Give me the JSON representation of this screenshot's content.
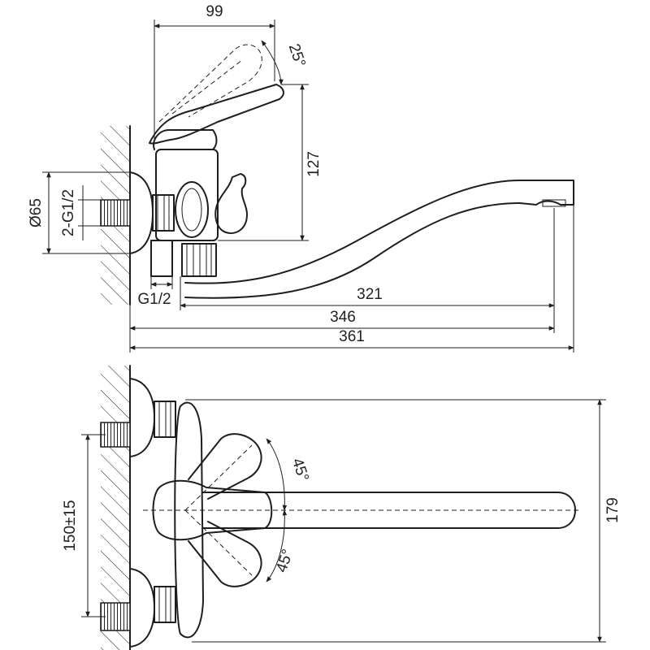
{
  "drawing": {
    "side_view": {
      "dim_top_width": "99",
      "dim_lever_angle": "25°",
      "dim_body_height": "127",
      "dim_flange_diameter": "Ø65",
      "dim_connection_thread": "2-G1/2",
      "dim_outlet_thread": "G1/2",
      "dim_spout_reach": "321",
      "dim_total_to_outlet": "346",
      "dim_total_length": "361"
    },
    "top_view": {
      "dim_angle_upper": "45°",
      "dim_angle_lower": "45°",
      "dim_center_distance": "150±15",
      "dim_overall_height": "179"
    }
  }
}
